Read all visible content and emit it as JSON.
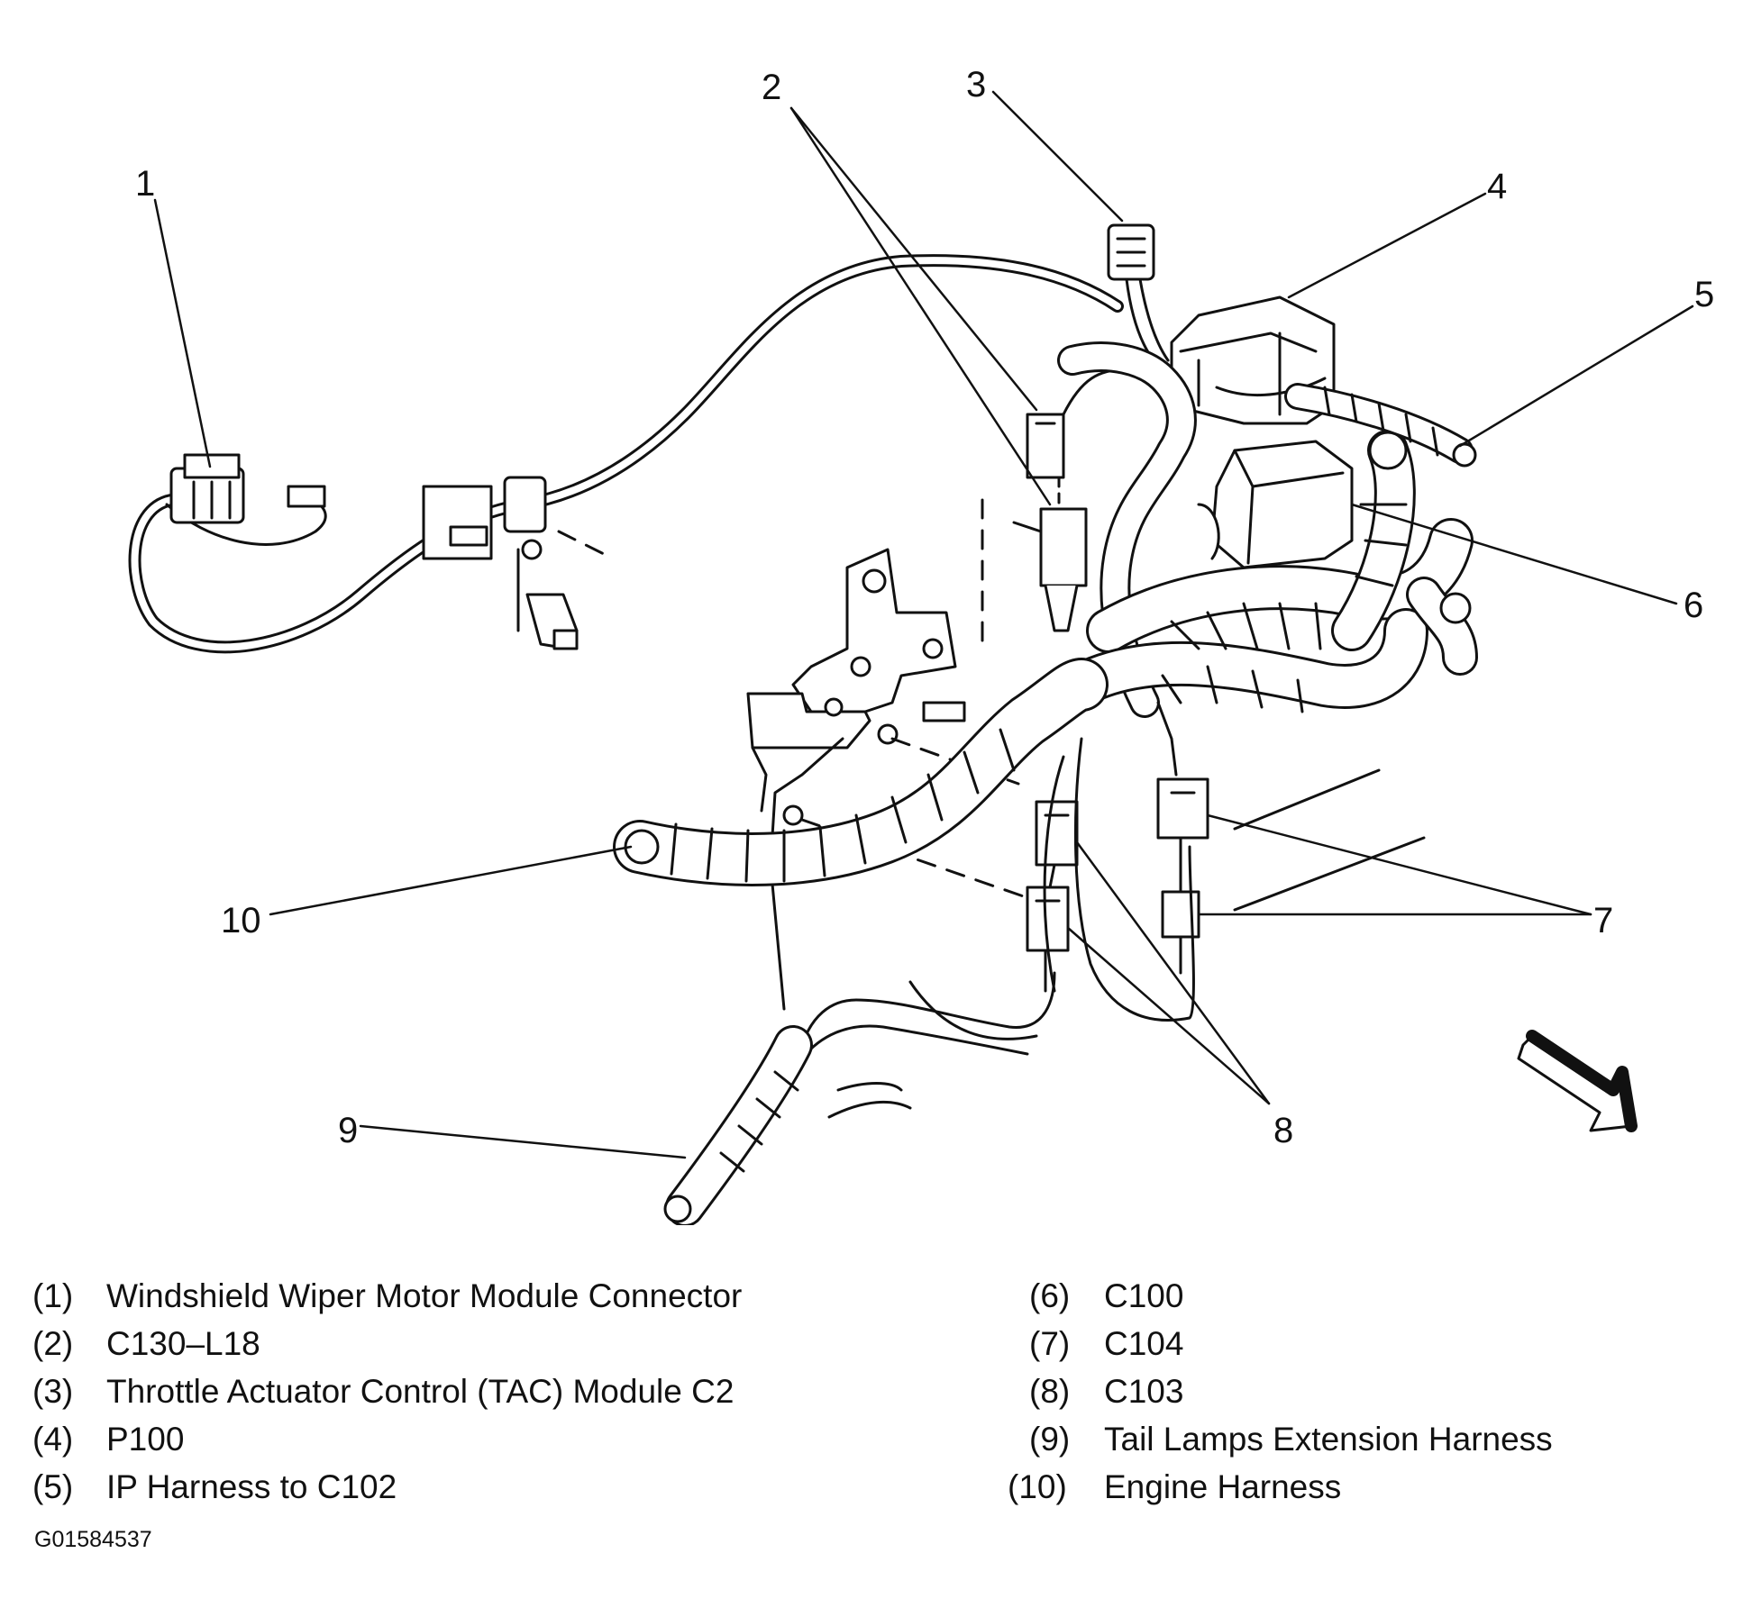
{
  "callouts": [
    "1",
    "2",
    "3",
    "4",
    "5",
    "6",
    "7",
    "8",
    "9",
    "10"
  ],
  "legend": [
    {
      "num": "(1)",
      "text": "Windshield Wiper Motor Module Connector"
    },
    {
      "num": "(2)",
      "text": "C130–L18"
    },
    {
      "num": "(3)",
      "text": "Throttle Actuator Control (TAC) Module C2"
    },
    {
      "num": "(4)",
      "text": "P100"
    },
    {
      "num": "(5)",
      "text": "IP Harness to C102"
    },
    {
      "num": "(6)",
      "text": "C100"
    },
    {
      "num": "(7)",
      "text": "C104"
    },
    {
      "num": "(8)",
      "text": "C103"
    },
    {
      "num": "(9)",
      "text": "Tail Lamps Extension Harness"
    },
    {
      "num": "(10)",
      "text": "Engine Harness"
    }
  ],
  "figure_id": "G01584537"
}
